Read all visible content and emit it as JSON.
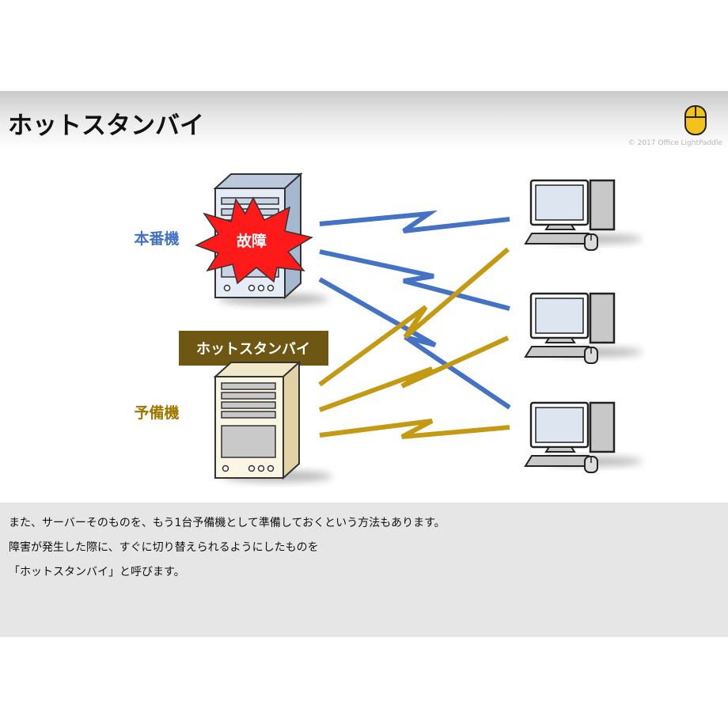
{
  "header": {
    "title": "ホットスタンバイ",
    "copyright": "© 2017 Office LightPaddle",
    "logo_icon": "mouse-icon"
  },
  "diagram": {
    "primary_label": "本番機",
    "failure_label": "故障",
    "standby_banner": "ホットスタンバイ",
    "backup_label": "予備機",
    "colors": {
      "primary": "#4472c4",
      "backup": "#c49a12",
      "failure": "#ff1a1a",
      "banner": "#6e5712"
    }
  },
  "description": {
    "lines": [
      "また、サーバーそのものを、もう1台予備機として準備しておくという方法もあります。",
      "障害が発生した際に、すぐに切り替えられるようにしたものを",
      "「ホットスタンバイ」と呼びます。"
    ]
  }
}
